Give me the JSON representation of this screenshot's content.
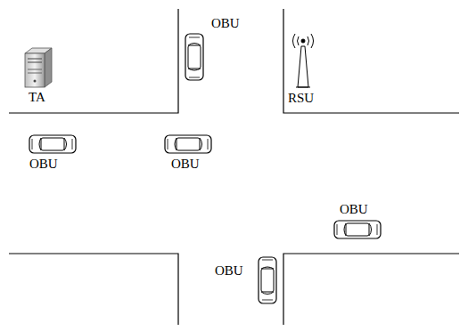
{
  "diagram": {
    "labels": [
      "TA",
      "OBU",
      "RSU",
      "OBU",
      "OBU",
      "OBU",
      "OBU"
    ]
  }
}
